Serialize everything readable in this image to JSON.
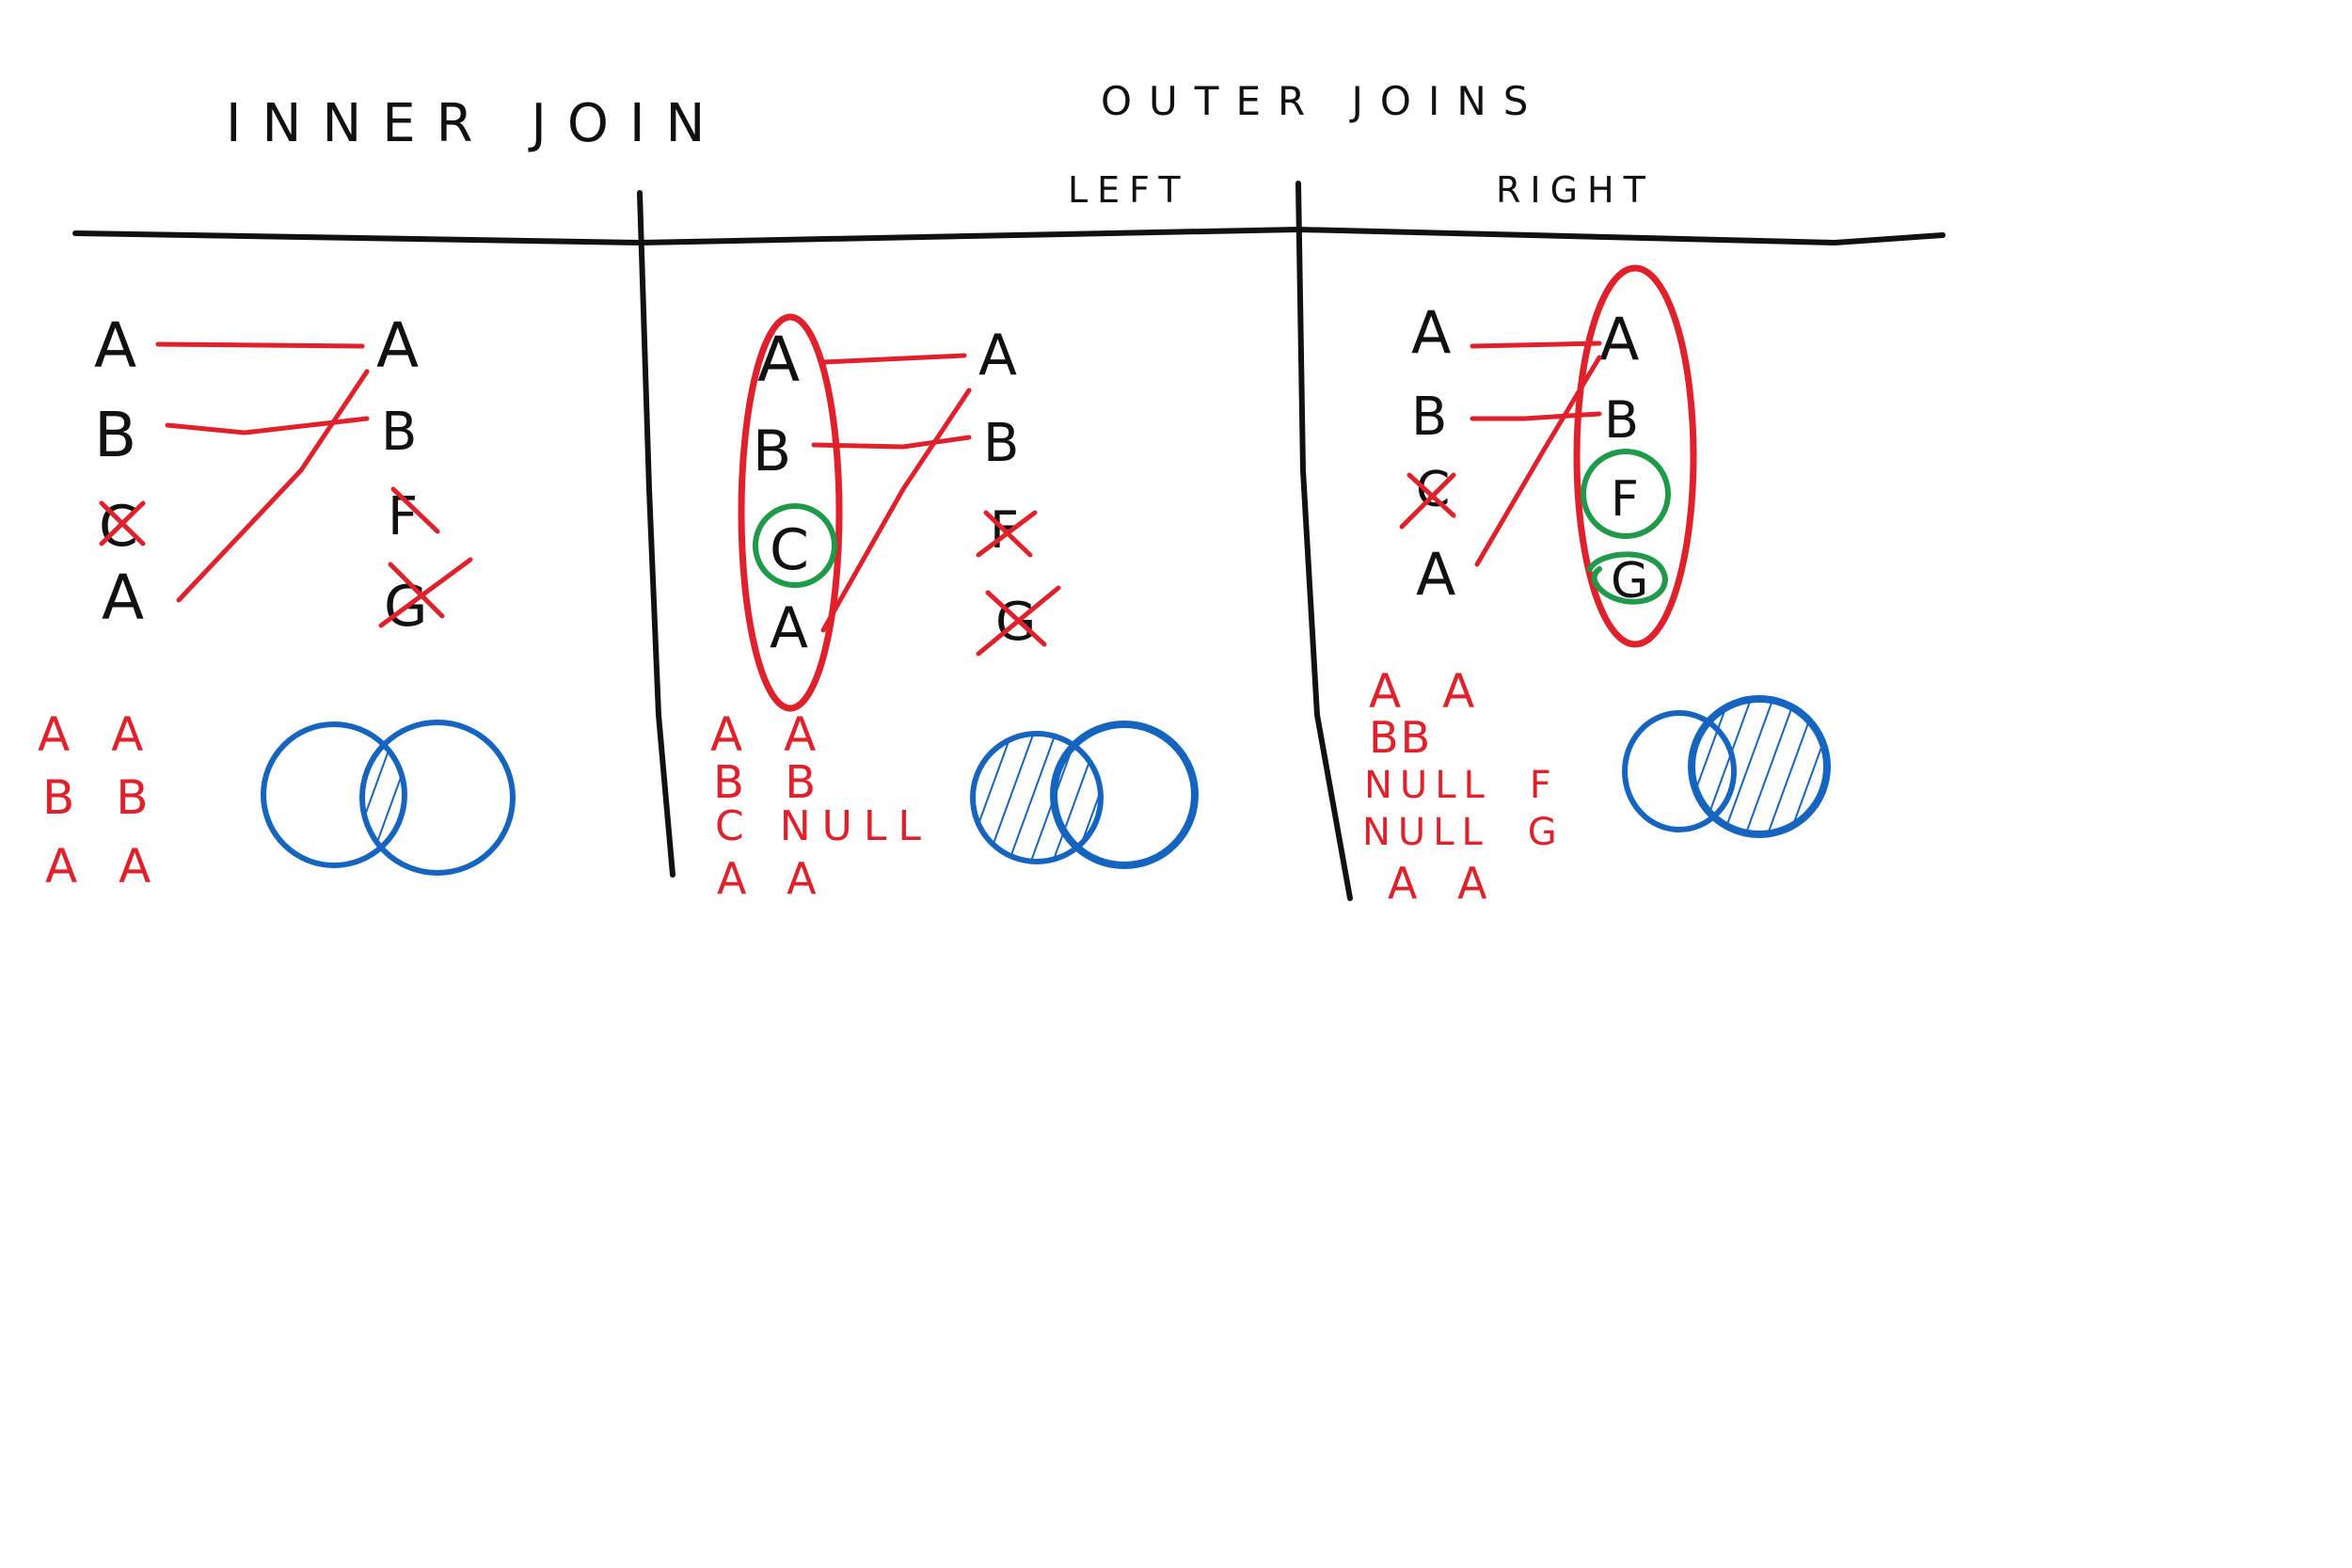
{
  "colors": {
    "ink": "#111111",
    "match_line": "#e0202a",
    "kept_circle": "#1f9a4a",
    "venn": "#1565c0"
  },
  "titles": {
    "inner": "INNER JOIN",
    "outer": "OUTER JOINS",
    "left": "LEFT",
    "right": "RIGHT"
  },
  "inner_join": {
    "left_column": [
      "A",
      "B",
      "C",
      "A"
    ],
    "right_column": [
      "A",
      "B",
      "F",
      "G"
    ],
    "crossed_out": [
      "C",
      "F",
      "G"
    ],
    "results": [
      [
        "A",
        "A"
      ],
      [
        "B",
        "B"
      ],
      [
        "A",
        "A"
      ]
    ],
    "venn_shaded": "intersection"
  },
  "left_join": {
    "left_column": [
      "A",
      "B",
      "C",
      "A"
    ],
    "right_column": [
      "A",
      "B",
      "F",
      "G"
    ],
    "crossed_out": [
      "F",
      "G"
    ],
    "kept_unmatched": [
      "C"
    ],
    "results": [
      [
        "A",
        "A"
      ],
      [
        "B",
        "B"
      ],
      [
        "C",
        "NULL"
      ],
      [
        "A",
        "A"
      ]
    ],
    "venn_shaded": "left"
  },
  "right_join": {
    "left_column": [
      "A",
      "B",
      "C",
      "A"
    ],
    "right_column": [
      "A",
      "B",
      "F",
      "G"
    ],
    "crossed_out": [
      "C"
    ],
    "kept_unmatched": [
      "F",
      "G"
    ],
    "results": [
      [
        "A",
        "A"
      ],
      [
        "B",
        "B"
      ],
      [
        "NULL",
        "F"
      ],
      [
        "NULL",
        "G"
      ],
      [
        "A",
        "A"
      ]
    ],
    "venn_shaded": "right"
  }
}
